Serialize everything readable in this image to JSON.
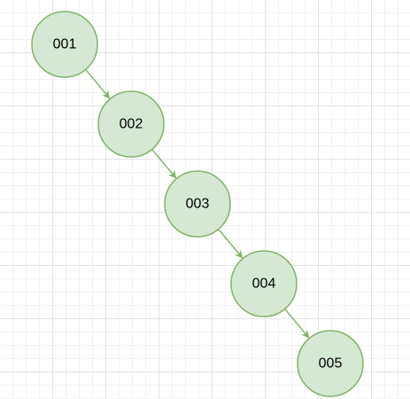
{
  "diagram": {
    "colors": {
      "node_fill": "#d5e8d4",
      "node_stroke": "#82b366",
      "edge_stroke": "#82b366"
    },
    "nodes": [
      {
        "id": "n1",
        "label": "001"
      },
      {
        "id": "n2",
        "label": "002"
      },
      {
        "id": "n3",
        "label": "003"
      },
      {
        "id": "n4",
        "label": "004"
      },
      {
        "id": "n5",
        "label": "005"
      }
    ],
    "edges": [
      {
        "from": "n1",
        "to": "n2"
      },
      {
        "from": "n2",
        "to": "n3"
      },
      {
        "from": "n3",
        "to": "n4"
      },
      {
        "from": "n4",
        "to": "n5"
      }
    ]
  }
}
